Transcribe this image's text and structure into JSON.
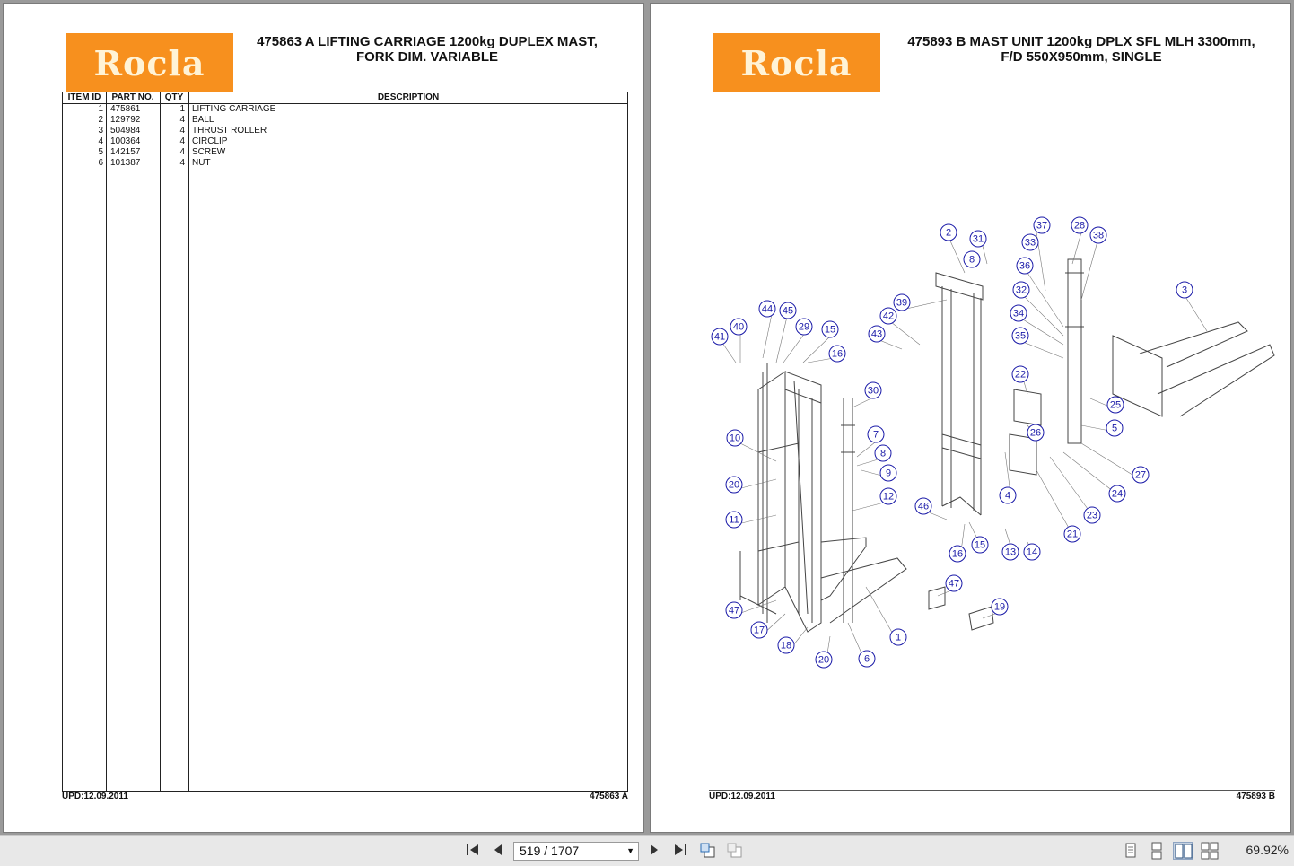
{
  "left_page": {
    "logo": "Rocla",
    "title_line1": "475863 A  LIFTING CARRIAGE 1200kg DUPLEX MAST,",
    "title_line2": "FORK DIM. VARIABLE",
    "table": {
      "headers": {
        "item_id": "ITEM ID",
        "part_no": "PART NO.",
        "qty": "QTY",
        "description": "DESCRIPTION"
      },
      "rows": [
        {
          "id": "1",
          "part": "475861",
          "qty": "1",
          "desc": "LIFTING CARRIAGE"
        },
        {
          "id": "2",
          "part": "129792",
          "qty": "4",
          "desc": "BALL"
        },
        {
          "id": "3",
          "part": "504984",
          "qty": "4",
          "desc": "THRUST ROLLER"
        },
        {
          "id": "4",
          "part": "100364",
          "qty": "4",
          "desc": "CIRCLIP"
        },
        {
          "id": "5",
          "part": "142157",
          "qty": "4",
          "desc": "SCREW"
        },
        {
          "id": "6",
          "part": "101387",
          "qty": "4",
          "desc": "NUT"
        }
      ]
    },
    "footer_left": "UPD:12.09.2011",
    "footer_right": "475863 A"
  },
  "right_page": {
    "logo": "Rocla",
    "title_line1": "475893 B  MAST UNIT 1200kg DPLX SFL MLH 3300mm,",
    "title_line2": "F/D 550X950mm, SINGLE",
    "footer_left": "UPD:12.09.2011",
    "footer_right": "475893 B",
    "callouts": [
      "2",
      "31",
      "8",
      "37",
      "33",
      "28",
      "38",
      "36",
      "32",
      "3",
      "39",
      "42",
      "43",
      "34",
      "35",
      "44",
      "45",
      "29",
      "15",
      "40",
      "41",
      "16",
      "22",
      "30",
      "25",
      "5",
      "26",
      "10",
      "7",
      "8",
      "9",
      "20",
      "12",
      "4",
      "27",
      "24",
      "46",
      "11",
      "23",
      "21",
      "16",
      "15",
      "13",
      "14",
      "47",
      "19",
      "47",
      "17",
      "18",
      "1",
      "20",
      "6"
    ]
  },
  "toolbar": {
    "page_indicator": "519 / 1707",
    "zoom": "69.92%",
    "first_icon": "first-page-icon",
    "prev_icon": "prev-page-icon",
    "next_icon": "next-page-icon",
    "last_icon": "last-page-icon"
  }
}
